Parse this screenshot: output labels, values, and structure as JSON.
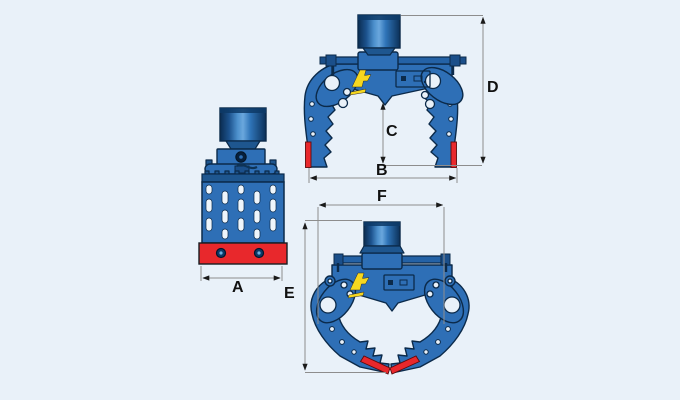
{
  "diagram": {
    "subject": "Dimension drawing of a hydraulic grapple shown in three views"
  },
  "dimension_labels": {
    "A": "A",
    "B": "B",
    "C": "C",
    "D": "D",
    "E": "E",
    "F": "F"
  },
  "icons": {
    "brand_logo": "yellow-lightning-A-logo",
    "bolt": "round-bolt-head",
    "grab_hole": "pivot-hole"
  },
  "colors": {
    "background": "#e9f1f9",
    "steel_blue": "#2e6fb6",
    "steel_blue_dark": "#1e568f",
    "outline_navy": "#0b2a4a",
    "wear_red": "#e8282c",
    "logo_yellow": "#f6d71f",
    "dim_line": "#8d8d8d",
    "dim_arrow": "#1a1a1a",
    "label_color": "#111111"
  }
}
